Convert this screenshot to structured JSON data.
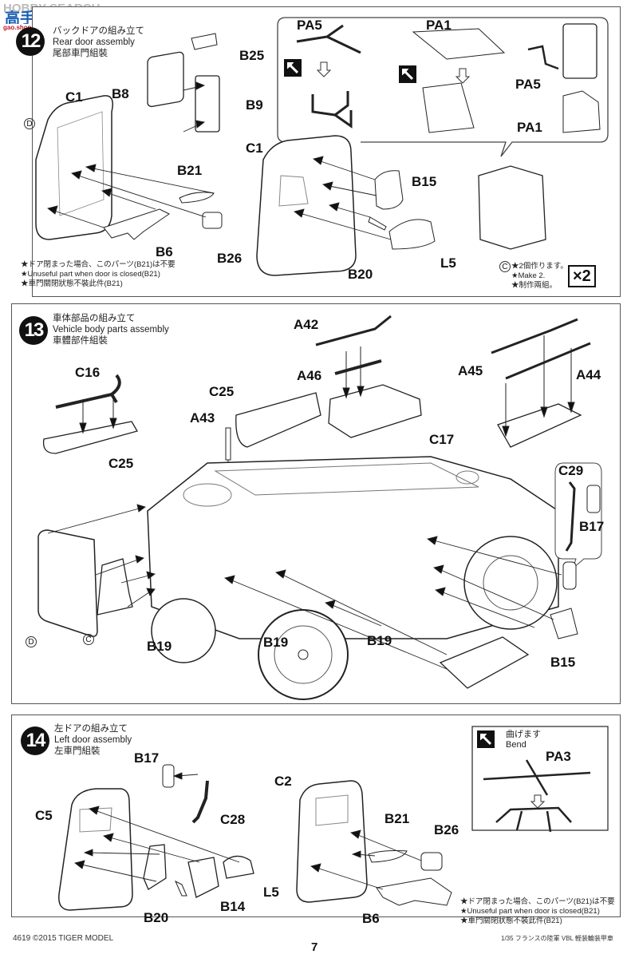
{
  "watermark": {
    "site": "HOBBY SEARCH",
    "logo_cn": "高手网",
    "logo_url_text": "gao.shop.com"
  },
  "steps": [
    {
      "number": "12",
      "title_jp": "バックドアの組み立て",
      "title_en": "Rear door assembly",
      "title_cn": "尾部車門組裝",
      "labels": [
        "B25",
        "B8",
        "B9",
        "C1",
        "B21",
        "B6",
        "B26",
        "C1",
        "B15",
        "B20",
        "L5",
        "PA5",
        "PA1",
        "PA5",
        "PA1"
      ],
      "circle_marks": [
        "D",
        "C"
      ],
      "notes": [
        "★ドア閉まった場合、このパーツ(B21)は不要",
        "★Unuseful part when door is closed(B21)",
        "★車門關閉狀態不裝此件(B21)"
      ],
      "make_notes": [
        "★2個作ります。",
        "★Make 2.",
        "★制作兩組。"
      ],
      "multiplier": "×2",
      "bend_icons": [
        "bend-icon",
        "bend-icon"
      ]
    },
    {
      "number": "13",
      "title_jp": "車体部品の組み立て",
      "title_en": "Vehicle body parts assembly",
      "title_cn": "車體部件組裝",
      "labels": [
        "A42",
        "A46",
        "C17",
        "A45",
        "A44",
        "C16",
        "C25",
        "C25",
        "A43",
        "C29",
        "B17",
        "B19",
        "B19",
        "B19",
        "B15"
      ],
      "circle_marks": [
        "D",
        "C"
      ]
    },
    {
      "number": "14",
      "title_jp": "左ドアの組み立て",
      "title_en": "Left door assembly",
      "title_cn": "左車門組裝",
      "labels": [
        "B17",
        "C28",
        "C5",
        "L5",
        "B20",
        "B14",
        "C2",
        "B21",
        "B26",
        "B6",
        "PA3"
      ],
      "bend_box": {
        "jp": "曲げます",
        "en": "Bend"
      },
      "notes": [
        "★ドア閉まった場合、このパーツ(B21)は不要",
        "★Unuseful part when door is closed(B21)",
        "★車門關閉狀態不裝此件(B21)"
      ]
    }
  ],
  "footer": {
    "left": "4619  ©2015  TIGER MODEL",
    "page_number": "7",
    "right": "1/35 フランスの陸軍 VBL 軽装輪装甲車"
  }
}
